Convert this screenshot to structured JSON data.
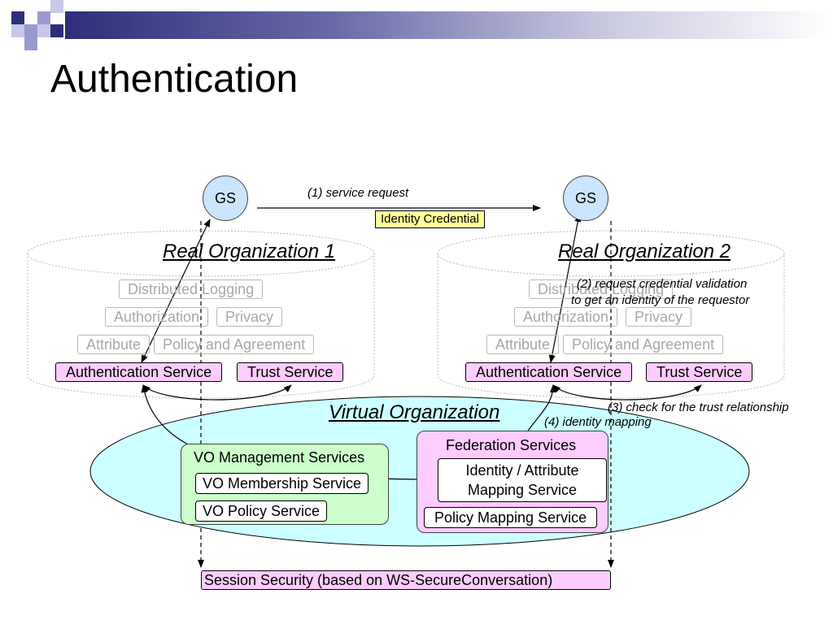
{
  "slide": {
    "title": "Authentication"
  },
  "org1": {
    "label": "Real Organization 1",
    "gs": "GS",
    "services": {
      "distributed_logging": "Distributed Logging",
      "authorization": "Authorization",
      "privacy": "Privacy",
      "attribute": "Attribute",
      "policy_agreement": "Policy and Agreement",
      "authentication": "Authentication Service",
      "trust": "Trust Service"
    }
  },
  "org2": {
    "label": "Real Organization 2",
    "gs": "GS",
    "services": {
      "distributed_logging": "Distributed Logging",
      "authorization": "Authorization",
      "privacy": "Privacy",
      "attribute": "Attribute",
      "policy_agreement": "Policy and Agreement",
      "authentication": "Authentication Service",
      "trust": "Trust Service"
    }
  },
  "vo": {
    "label": "Virtual Organization",
    "management": {
      "title": "VO Management Services",
      "membership": "VO Membership Service",
      "policy": "VO Policy Service"
    },
    "federation": {
      "title": "Federation Services",
      "identity_line1": "Identity / Attribute",
      "identity_line2": "Mapping Service",
      "policy_mapping": "Policy Mapping Service"
    }
  },
  "session_security": "Session Security (based on WS-SecureConversation)",
  "steps": {
    "step1": "(1) service request",
    "credential": "Identity Credential",
    "step2_line1": "(2) request credential validation",
    "step2_line2": "to get an identity of the requestor",
    "step3": "(3) check for the trust relationship",
    "step4": "(4) identity mapping"
  },
  "colors": {
    "gs_fill": "#cce5ff",
    "service_pink": "#ffccff",
    "vo_ellipse": "#ccffff",
    "management_green": "#ccffcc",
    "credential_yellow": "#ffff99"
  }
}
